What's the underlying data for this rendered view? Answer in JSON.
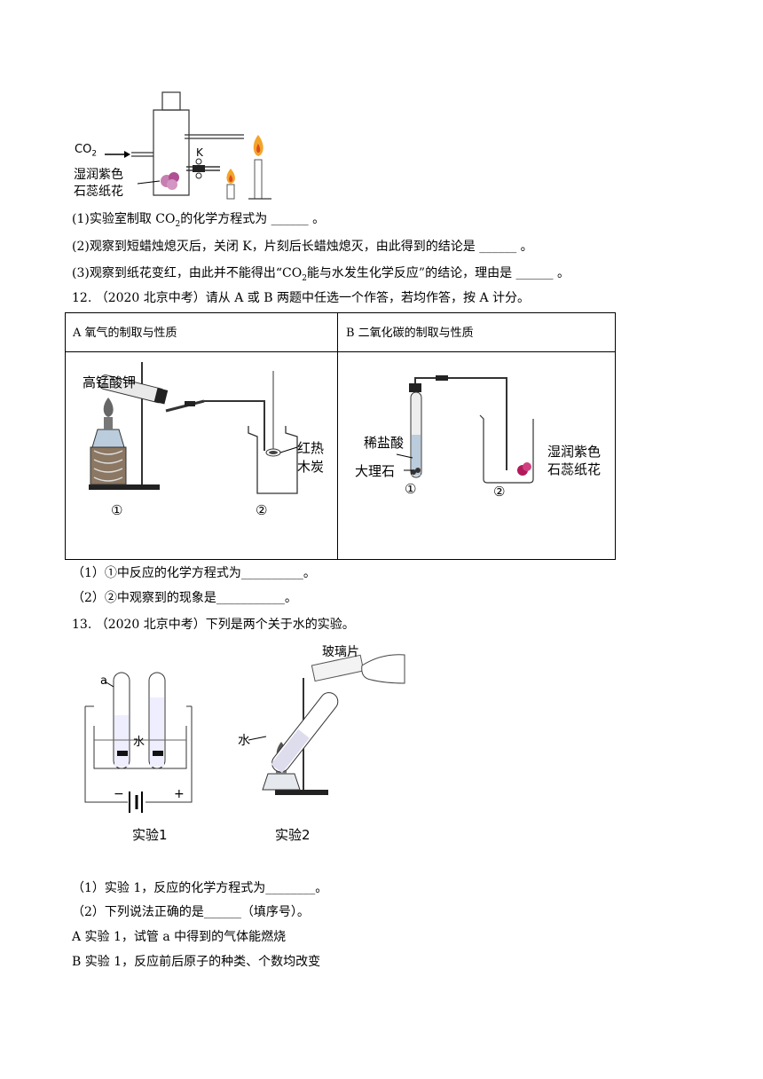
{
  "fig1": {
    "co2": "CO",
    "co2_sub": "2",
    "k": "K",
    "flower_line1": "湿润紫色",
    "flower_line2": "石蕊纸花"
  },
  "q11": {
    "p1_a": "(1)实验室制取 CO",
    "p1_sub": "2",
    "p1_b": "的化学方程式为 ______ 。",
    "p2": "(2)观察到短蜡烛熄灭后，关闭 K，片刻后长蜡烛熄灭，由此得到的结论是 ______ 。",
    "p3_a": "(3)观察到纸花变红，由此并不能得出“CO",
    "p3_sub": "2",
    "p3_b": "能与水发生化学反应”的结论，理由是 ______ 。"
  },
  "q12": {
    "title": "12.  （2020 北京中考）请从 A 或 B 两题中任选一个作答，若均作答，按 A 计分。",
    "col_a": "A 氧气的制取与性质",
    "col_b": "B 二氧化碳的制取与性质",
    "a_kmno4": "高锰酸钾",
    "a_charcoal_1": "红热",
    "a_charcoal_2": "木炭",
    "a_n1": "①",
    "a_n2": "②",
    "b_hcl": "稀盐酸",
    "b_marble": "大理石",
    "b_flower_1": "湿润紫色",
    "b_flower_2": "石蕊纸花",
    "b_n1": "①",
    "b_n2": "②",
    "s1": "（1）①中反应的化学方程式为__________。",
    "s2": "（2）②中观察到的现象是___________。"
  },
  "q13": {
    "title": "13.  （2020 北京中考）下列是两个关于水的实验。",
    "glass": "玻璃片",
    "a": "a",
    "water1": "水",
    "minus": "−",
    "plus": "+",
    "exp1": "实验1",
    "water2": "水",
    "exp2": "实验2",
    "s1": "（1）实验 1，反应的化学方程式为________。",
    "s2": "（2）下列说法正确的是______（填序号）。",
    "optA": "A  实验 1，试管 a 中得到的气体能燃烧",
    "optB": "B  实验 1，反应前后原子的种类、个数均改变"
  }
}
